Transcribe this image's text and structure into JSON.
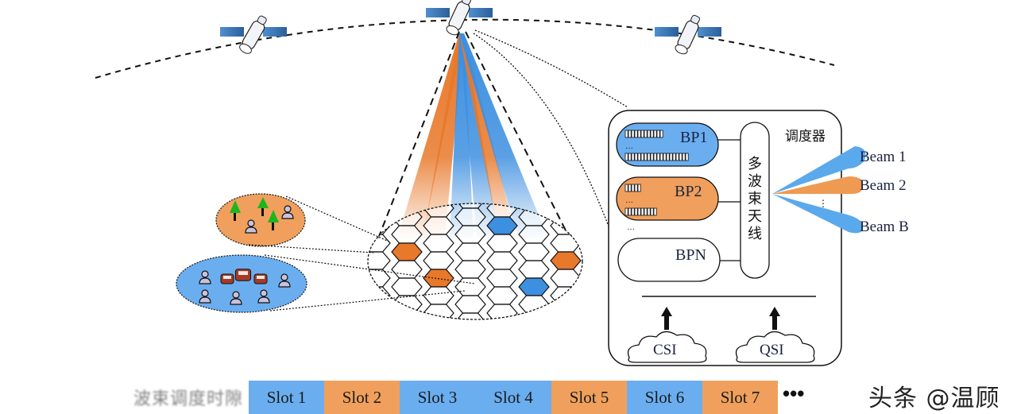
{
  "scheduler": {
    "title": "调度器",
    "antenna_label": [
      "多",
      "波",
      "束",
      "天",
      "线"
    ],
    "beam_pools": [
      {
        "label": "BP1",
        "color": "#6aaef0"
      },
      {
        "label": "BP2",
        "color": "#f0a05c"
      },
      {
        "label": "BPN",
        "color": "#ffffff"
      }
    ],
    "pool_ellipsis": "···",
    "inputs": [
      {
        "label": "CSI"
      },
      {
        "label": "QSI"
      }
    ]
  },
  "beams": [
    {
      "label": "Beam 1",
      "color": "#5aa9ec"
    },
    {
      "label": "Beam 2",
      "color": "#ef9a52"
    },
    {
      "label": "Beam B",
      "color": "#5aa9ec"
    }
  ],
  "beam_ellipsis": "⋮",
  "timeline": {
    "label": "波束调度时隙",
    "slots": [
      {
        "label": "Slot 1",
        "color": "#6aaef0"
      },
      {
        "label": "Slot 2",
        "color": "#f0a05c"
      },
      {
        "label": "Slot 3",
        "color": "#6aaef0"
      },
      {
        "label": "Slot 4",
        "color": "#6aaef0"
      },
      {
        "label": "Slot 5",
        "color": "#f0a05c"
      },
      {
        "label": "Slot 6",
        "color": "#6aaef0"
      },
      {
        "label": "Slot 7",
        "color": "#f0a05c"
      }
    ],
    "more": "•••"
  },
  "colors": {
    "blue": "#3d8fe0",
    "orange": "#e8782a",
    "light_blue": "#6aaef0",
    "light_orange": "#f0a05c"
  },
  "watermark": "头条 @温顾"
}
